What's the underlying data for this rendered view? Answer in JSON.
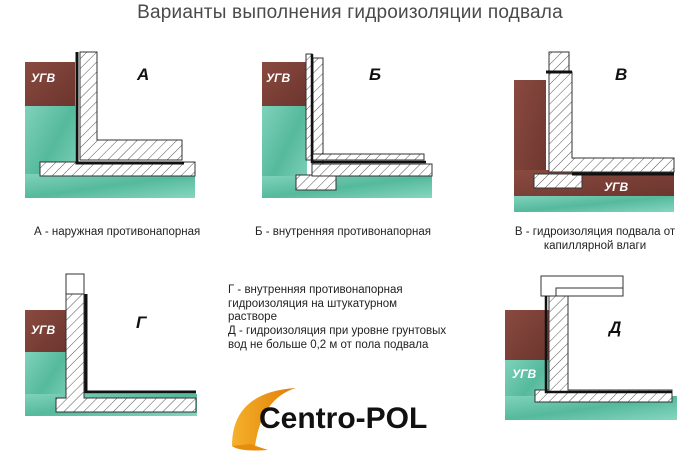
{
  "title": "Варианты выполнения гидроизоляции подвала",
  "water_label": "УГВ",
  "panels": [
    {
      "letter": "А",
      "caption": "А - наружная противонапорная"
    },
    {
      "letter": "Б",
      "caption": "Б - внутренняя противонапорная"
    },
    {
      "letter": "В",
      "caption": "В - гидроизоляция подвала от капиллярной влаги"
    },
    {
      "letter": "Г",
      "caption": ""
    },
    {
      "letter": "Д",
      "caption": ""
    }
  ],
  "notes": [
    "Г - внутренняя противонапорная\nгидроизоляция на штукатурном\nрастворе",
    "Д - гидроизоляция при уровне грунтовых\nвод не больше 0,2 м от пола подвала"
  ],
  "logo": {
    "text": "Centro-POL"
  },
  "colors": {
    "soil": "#7a3f36",
    "water": "#62c2a6",
    "membrane": "#111111",
    "hatch": "#444444",
    "logo_swoosh": "#f29a13"
  }
}
